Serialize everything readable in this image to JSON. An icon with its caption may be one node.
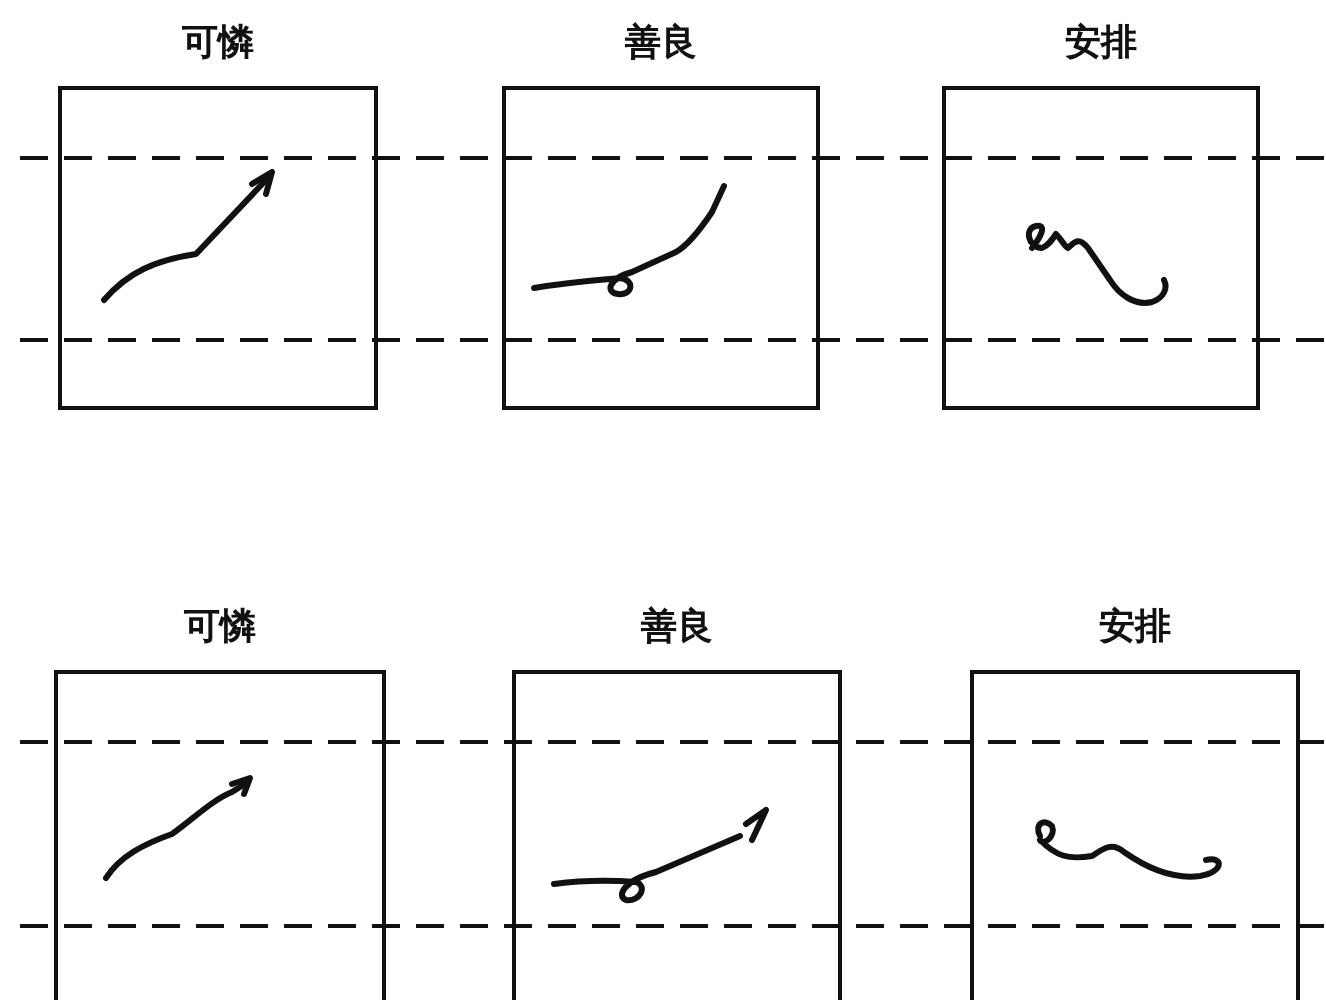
{
  "diagram": {
    "nodes": [
      {
        "text": [
          "可憐"
        ]
      },
      {
        "text": [
          "善良"
        ]
      },
      {
        "text": [
          "安排"
        ]
      },
      {
        "text": [
          "可憐"
        ]
      },
      {
        "text": [
          "善良"
        ]
      },
      {
        "text": [
          "安排"
        ]
      }
    ]
  }
}
